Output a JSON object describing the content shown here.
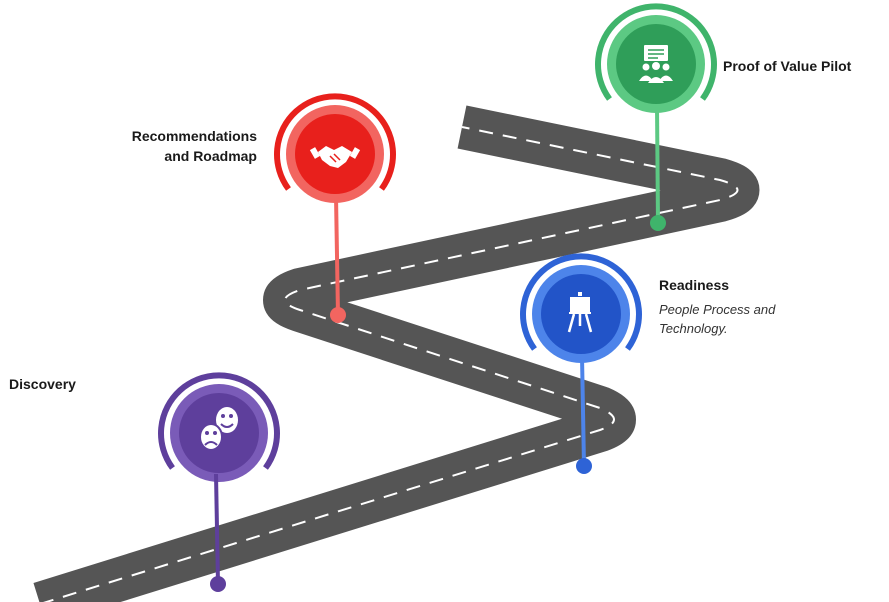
{
  "milestones": [
    {
      "id": "discovery",
      "title": "Discovery",
      "icon": "theater-masks-icon",
      "color": "#5e3f9c"
    },
    {
      "id": "recommendations",
      "title_line1": "Recommendations",
      "title_line2": "and Roadmap",
      "icon": "handshake-icon",
      "color": "#e8201c"
    },
    {
      "id": "readiness",
      "title": "Readiness",
      "subtitle_line1": "People Process and",
      "subtitle_line2": "Technology.",
      "icon": "easel-icon",
      "color": "#2e63d6"
    },
    {
      "id": "proof",
      "title": "Proof of Value Pilot",
      "icon": "presentation-team-icon",
      "color": "#3fb46b"
    }
  ],
  "road": {
    "color": "#555555",
    "dash_color": "#ffffff"
  }
}
